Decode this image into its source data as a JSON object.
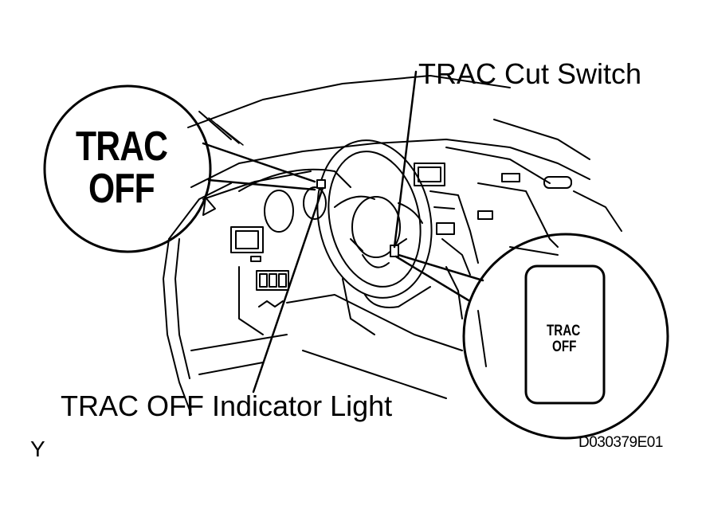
{
  "labels": {
    "switch": "TRAC Cut Switch",
    "indicator": "TRAC OFF Indicator Light",
    "corner_mark": "Y",
    "figure_code": "D030379E01"
  },
  "indicator_callout": {
    "line1": "TRAC",
    "line2": "OFF"
  },
  "switch_callout": {
    "line1": "TRAC",
    "line2": "OFF"
  },
  "colors": {
    "ink": "#000000",
    "paper": "#ffffff"
  }
}
